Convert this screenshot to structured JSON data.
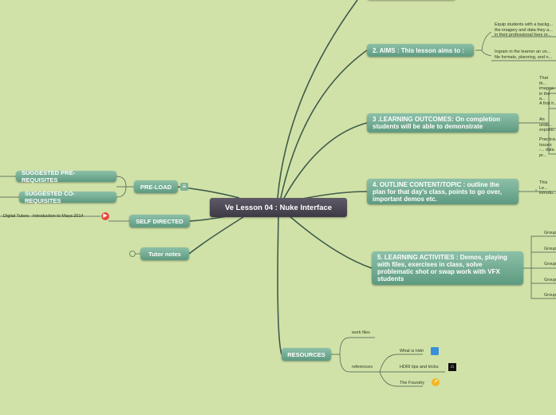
{
  "center": {
    "title": "Ve Lesson 04 : Nuke Interface"
  },
  "left": {
    "preload": "PRE-LOAD",
    "pre_req": "SUGGESTED PRE-REQUISITES",
    "co_req": "SUGGESTED CO-REQUISITES",
    "self_directed": "SELF DIRECTED",
    "self_directed_leaf": "Digital Tutors - Introduction to Maya 2014",
    "tutor_notes": "Tutor notes"
  },
  "right": {
    "aims": "2. AIMS : This lesson aims to :",
    "aims_leaf1": "Equip students with a backg... the imagery and data they a... in their professional lives or...",
    "aims_leaf2": "Ingrain in the learner an un... file formats, planning, and n...",
    "outcomes": "3 .LEARNING OUTCOMES: On completion students will be able to demonstrate",
    "outcomes_leaf1": "That th... images... in the a...",
    "outcomes_leaf2": "A first h...",
    "outcomes_leaf3": "An unde... exposu...",
    "outcomes_leaf4": "Practica... issues -... data pr...",
    "outline": "4. OUTLINE CONTENT/TOPIC : outline the plan for that day's class, points to go over, important demos etc.",
    "outline_leaf": "This Le... introdu...",
    "activities": "5. LEARNING ACTIVITIES : Demos, playing with files, exercises in class, solve problematic shot or swap work with VFX students",
    "activities_leaves": [
      "Group...",
      "Group...",
      "Group...",
      "Group...",
      "Group..."
    ],
    "resources": "RESOURCES",
    "work_files": "work files",
    "references": "references",
    "ref_hdri": "What is Hdri",
    "ref_tips": "HDRI tips and tricks",
    "ref_foundry": "The Foundry"
  },
  "icons": {
    "preload_note": "note-icon",
    "youtube": "play-icon",
    "tutor_collapse": "collapse-icon",
    "hdri": "cube-icon",
    "tips": "home-icon",
    "foundry": "link-icon"
  },
  "colors": {
    "background": "#d1e2a8",
    "node": "#6fa88f",
    "center": "#46424e",
    "line": "#3f5b4c"
  }
}
